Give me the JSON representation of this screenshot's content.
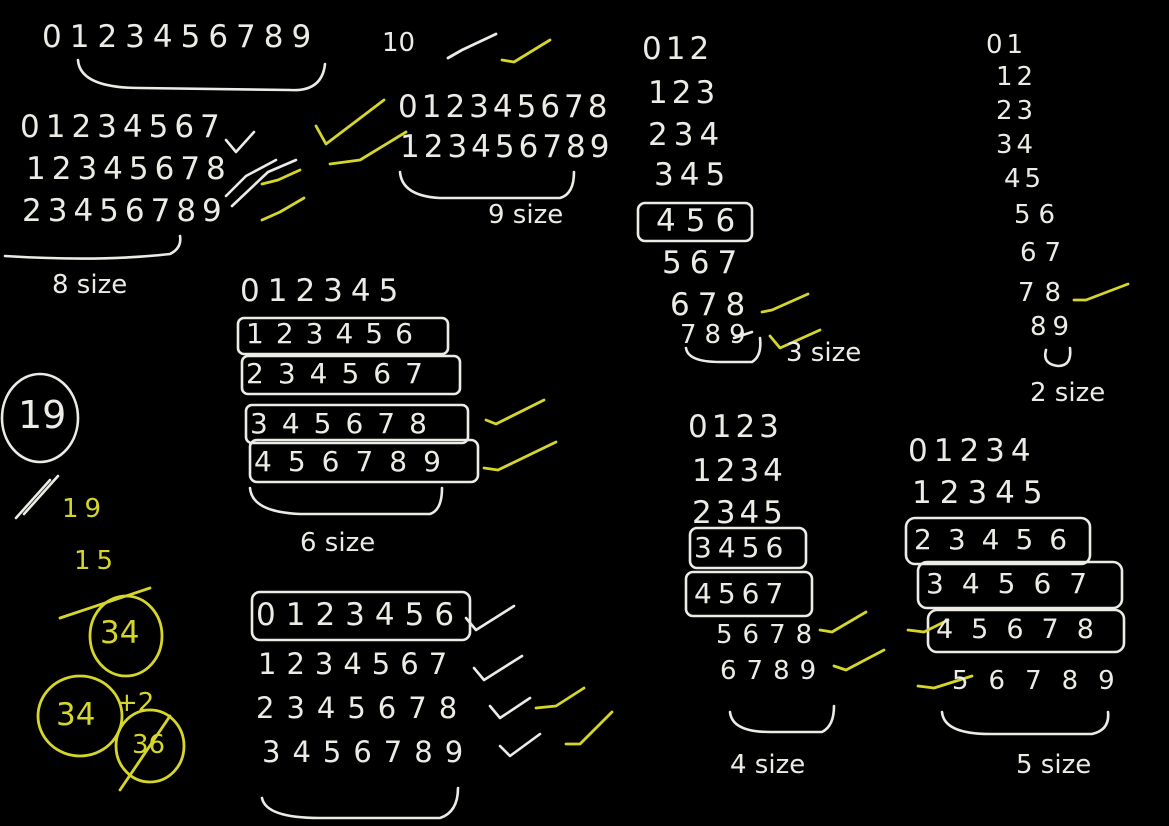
{
  "board": {
    "colors": {
      "background": "#000000",
      "white_ink": "#ecebe6",
      "yellow_ink": "#d6d62a"
    },
    "top_left": {
      "full_row": "0123456789",
      "ten": "10",
      "rows": [
        "01234567",
        "12345678",
        "23456789"
      ],
      "size_label": "8 size",
      "pair_rows": [
        "012345678",
        "123456789"
      ],
      "pair_size_label": "9 size"
    },
    "six_size": {
      "rows": [
        "012345",
        "123456",
        "234567",
        "345678",
        "456789"
      ],
      "size_label": "6 size"
    },
    "seven_size": {
      "rows": [
        "0123456",
        "1234567",
        "2345678",
        "3456789"
      ]
    },
    "three_size": {
      "rows": [
        "012",
        "123",
        "234",
        "345",
        "456",
        "567",
        "678",
        "789"
      ],
      "size_label": "3 size"
    },
    "two_size": {
      "rows": [
        "01",
        "12",
        "23",
        "34",
        "45",
        "56",
        "67",
        "78",
        "89"
      ],
      "size_label": "2 size"
    },
    "four_size": {
      "rows": [
        "0123",
        "1234",
        "2345",
        "3456",
        "4567",
        "5678",
        "6789"
      ],
      "size_label": "4 size"
    },
    "five_size": {
      "rows": [
        "01234",
        "12345",
        "23456",
        "34567",
        "45678",
        "56789"
      ],
      "size_label": "5 size"
    },
    "sum": {
      "total": "19",
      "addends": [
        "19",
        "15"
      ],
      "partial": "34",
      "result": "34",
      "plus": "+2",
      "final": "36"
    }
  }
}
